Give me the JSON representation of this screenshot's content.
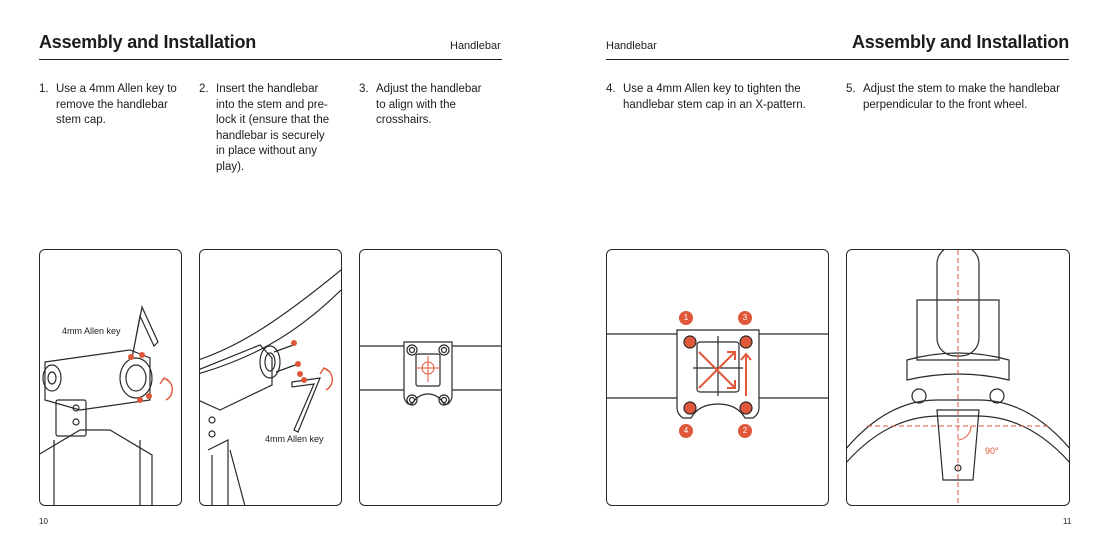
{
  "left_page": {
    "title": "Assembly and Installation",
    "section": "Handlebar",
    "page_number": "10",
    "steps": [
      {
        "num": "1.",
        "text": "Use a 4mm Allen key to\nremove the handlebar\nstem cap."
      },
      {
        "num": "2.",
        "text": "Insert the handlebar\ninto the stem and pre-\nlock it (ensure that the\nhandlebar is securely\nin place without any\nplay)."
      },
      {
        "num": "3.",
        "text": "Adjust the handlebar\nto align with the\ncrosshairs."
      }
    ],
    "panel1_label": "4mm Allen key",
    "panel2_label": "4mm Allen key"
  },
  "right_page": {
    "title": "Assembly and Installation",
    "section": "Handlebar",
    "page_number": "11",
    "steps": [
      {
        "num": "4.",
        "text": "Use a 4mm Allen key to tighten the\nhandlebar stem cap in an X-pattern."
      },
      {
        "num": "5.",
        "text": "Adjust the stem to make the handlebar\nperpendicular to the front wheel."
      }
    ],
    "bolt_order": [
      "1",
      "3",
      "4",
      "2"
    ],
    "angle_label": "90°"
  },
  "colors": {
    "accent": "#e0573a",
    "line": "#2a2a2a"
  }
}
